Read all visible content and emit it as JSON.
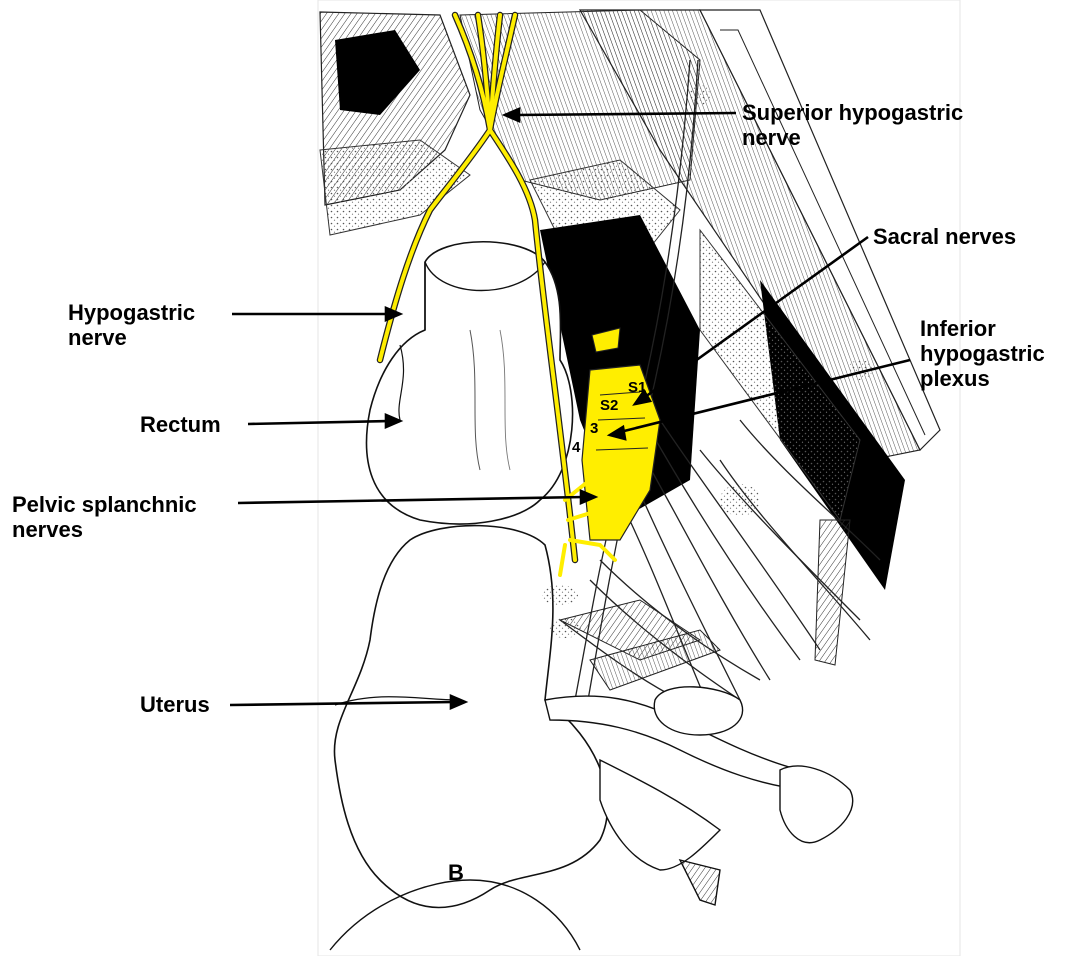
{
  "labels": {
    "superior_hypogastric": "Superior hypogastric\nnerve",
    "sacral_nerves": "Sacral nerves",
    "hypogastric_nerve": "Hypogastric\nnerve",
    "inferior_hypogastric": "Inferior\nhypogastric\nplexus",
    "rectum": "Rectum",
    "pelvic_splanchnic": "Pelvic splanchnic\nnerves",
    "uterus": "Uterus"
  },
  "markers": {
    "s1": "S1",
    "s2": "S2",
    "s3": "3",
    "s4": "4",
    "panel": "B"
  },
  "colors": {
    "nerve": "#ffee00",
    "ink": "#111111",
    "dark_fill": "#000000",
    "stipple": "#bbbbbb"
  }
}
